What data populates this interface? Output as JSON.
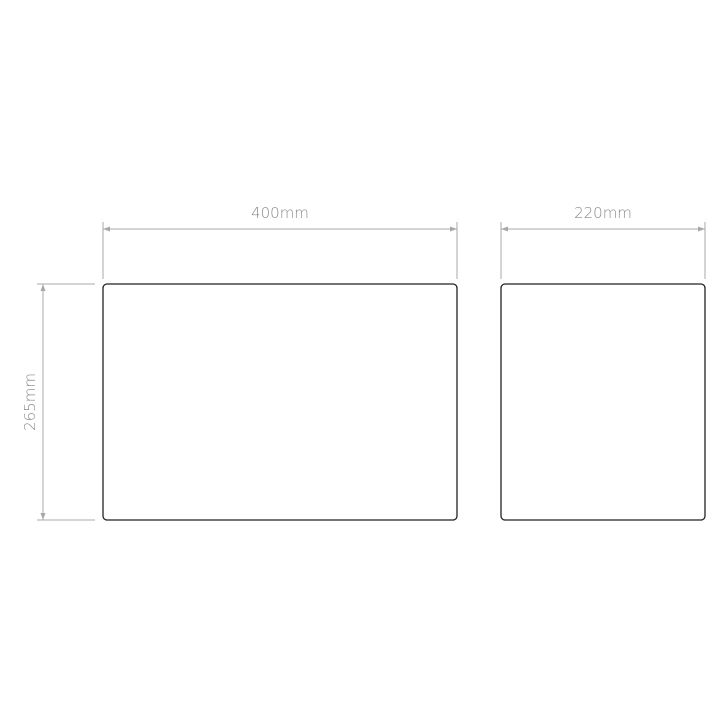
{
  "dimensions": {
    "front_width": "400mm",
    "side_width": "220mm",
    "height": "265mm"
  },
  "colors": {
    "dimension_line": "#a8a8a8",
    "outline": "#222222",
    "label": "#8a8a8a"
  }
}
